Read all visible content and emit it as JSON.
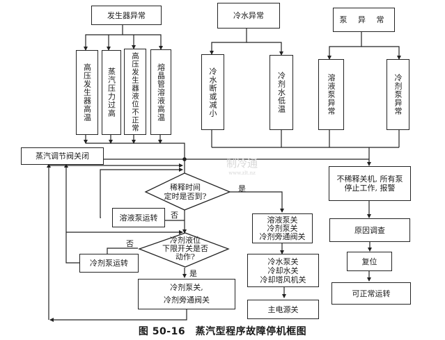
{
  "diagram": {
    "groups": [
      {
        "title": "发生器异常",
        "items": [
          "高压发生器高温",
          "蒸汽压力过高",
          "高压发生器液位不正常",
          "熔晶管溶液高温"
        ]
      },
      {
        "title": "冷水异常",
        "items": [
          "冷水断或减小",
          "冷剂水低温"
        ]
      },
      {
        "title": "泵 异 常",
        "items": [
          "溶液泵异常",
          "冷剂泵异常"
        ]
      }
    ],
    "steam_valve_close": "蒸汽调节阀关闭",
    "decision_dilution": "稀释时间\n定时是否到?",
    "solution_pump_run": "溶液泵运转",
    "decision_refrigerant_level": "冷剂液位\n下限开关是否\n动作?",
    "refrigerant_pump_run": "冷剂泵运转",
    "refrigerant_off_box": "冷剂泵关,\n冷剂旁通阀关",
    "stop_pumps_box": "溶液泵关\n冷剂泵关\n冷剂旁通阀关",
    "stop_water_box": "冷水泵关\n冷却水关\n冷却塔风机关",
    "main_power_off": "主电源关",
    "no_dilution_shutdown": "不稀释关机, 所有泵\n停止工作, 报警",
    "cause_investigation": "原因调查",
    "reset": "复位",
    "normal_operation": "可正常运转",
    "labels": {
      "yes": "是",
      "no": "否"
    },
    "watermark": {
      "main": "制冷通",
      "sub": "www.zlt.nz"
    }
  },
  "caption": "图 50-16　蒸汽型程序故障停机框图"
}
